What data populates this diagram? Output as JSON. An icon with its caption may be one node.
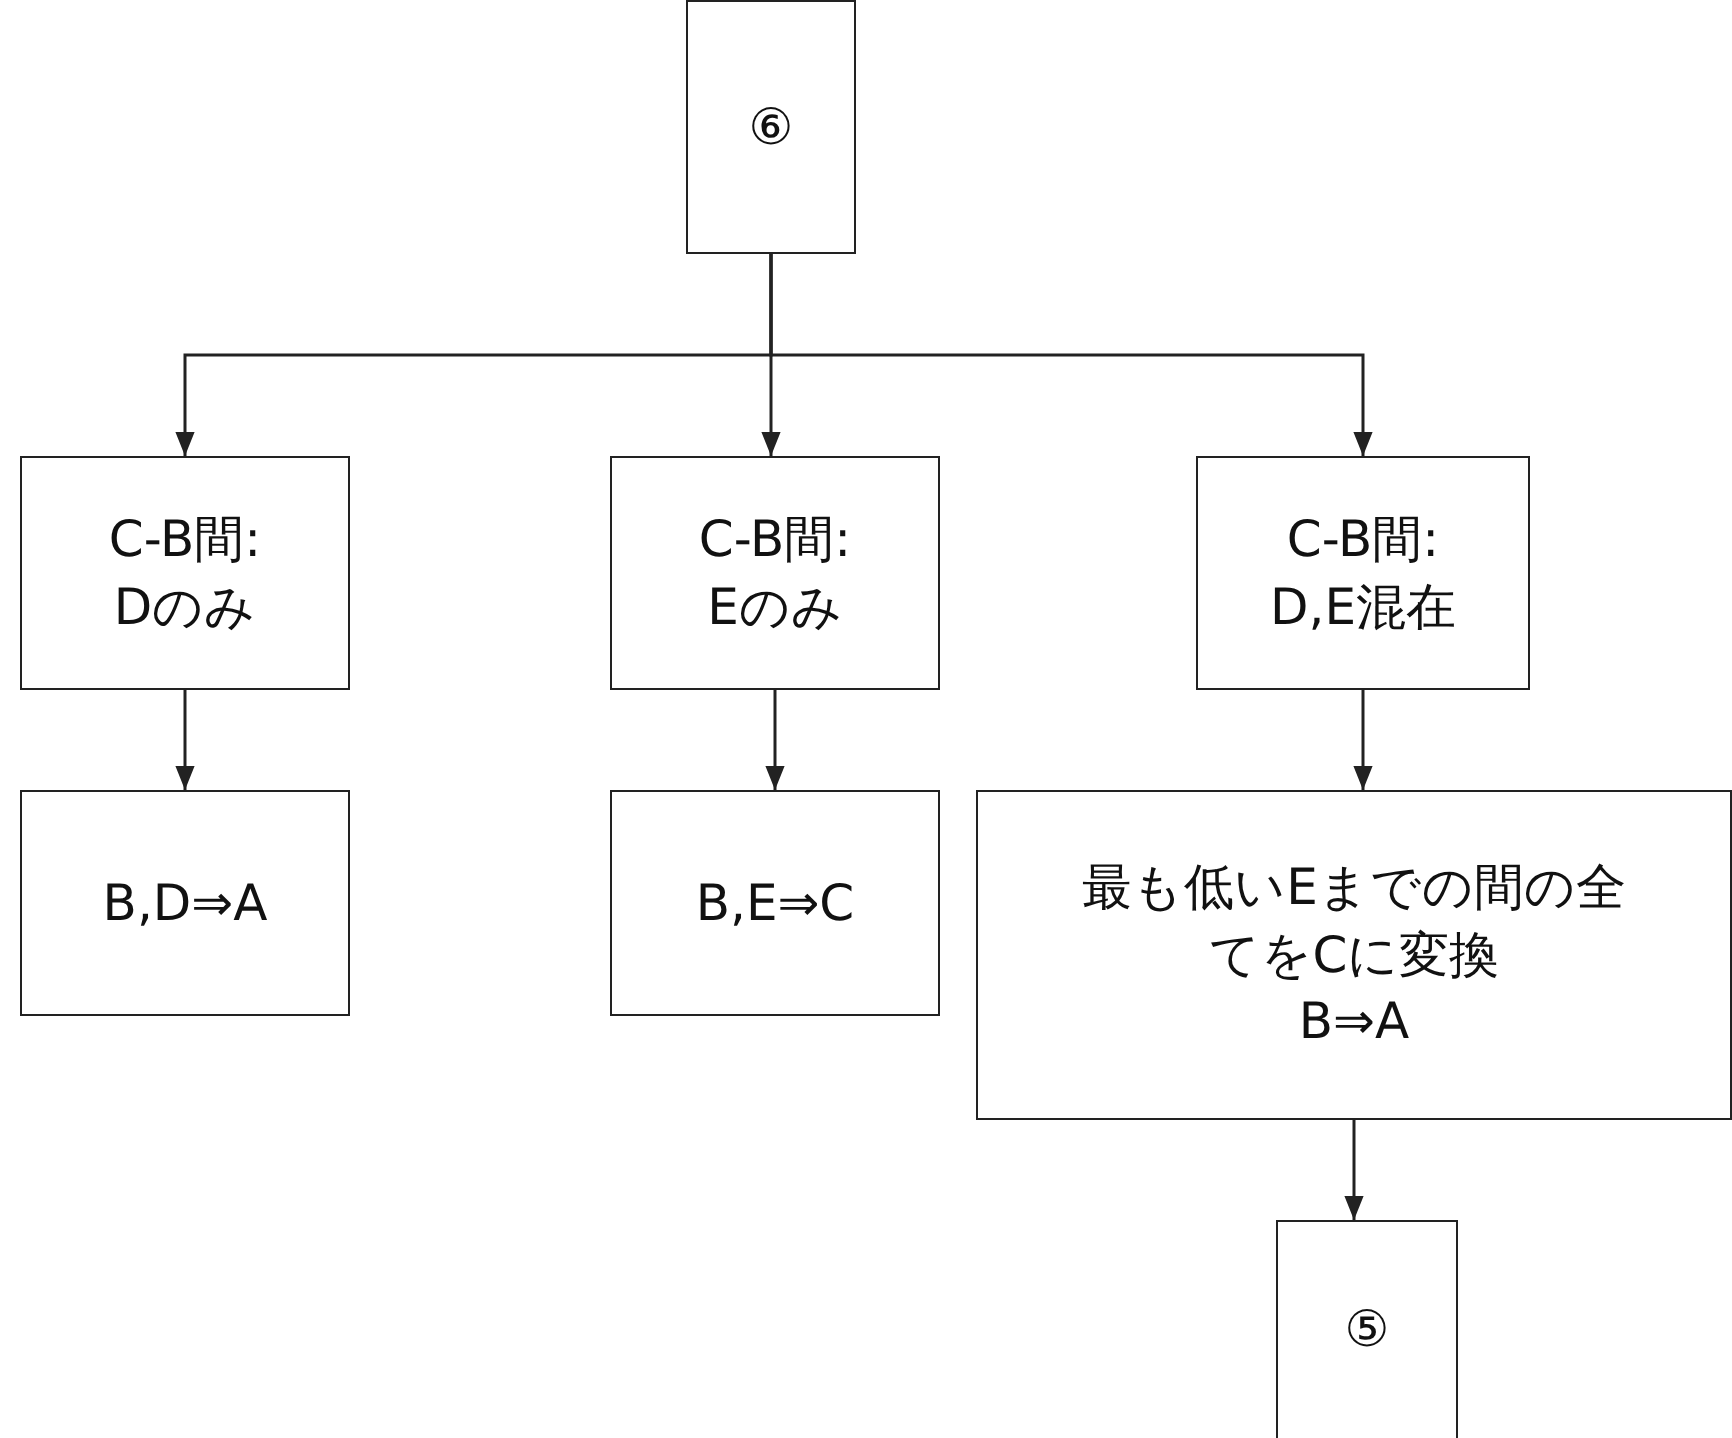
{
  "diagram": {
    "nodes": [
      {
        "text": [
          "⑥"
        ]
      },
      {
        "text": [
          "C-B間: Dのみ"
        ]
      },
      {
        "text": [
          "C-B間: Eのみ"
        ]
      },
      {
        "text": [
          "C-B間: D,E混在"
        ]
      },
      {
        "text": [
          "B,D⇒A"
        ]
      },
      {
        "text": [
          "B,E⇒C"
        ]
      },
      {
        "text": [
          "最も低いEまでの間の全てをCに変換",
          "B⇒A"
        ]
      },
      {
        "text": [
          "⑤"
        ]
      }
    ],
    "edges": [
      {
        "from": 0,
        "to": 1,
        "arrow": "to"
      },
      {
        "from": 0,
        "to": 2,
        "arrow": "to"
      },
      {
        "from": 0,
        "to": 3,
        "arrow": "to"
      },
      {
        "from": 1,
        "to": 4,
        "arrow": "to"
      },
      {
        "from": 2,
        "to": 5,
        "arrow": "to"
      },
      {
        "from": 3,
        "to": 6,
        "arrow": "to"
      },
      {
        "from": 6,
        "to": 7,
        "arrow": "to"
      }
    ]
  }
}
